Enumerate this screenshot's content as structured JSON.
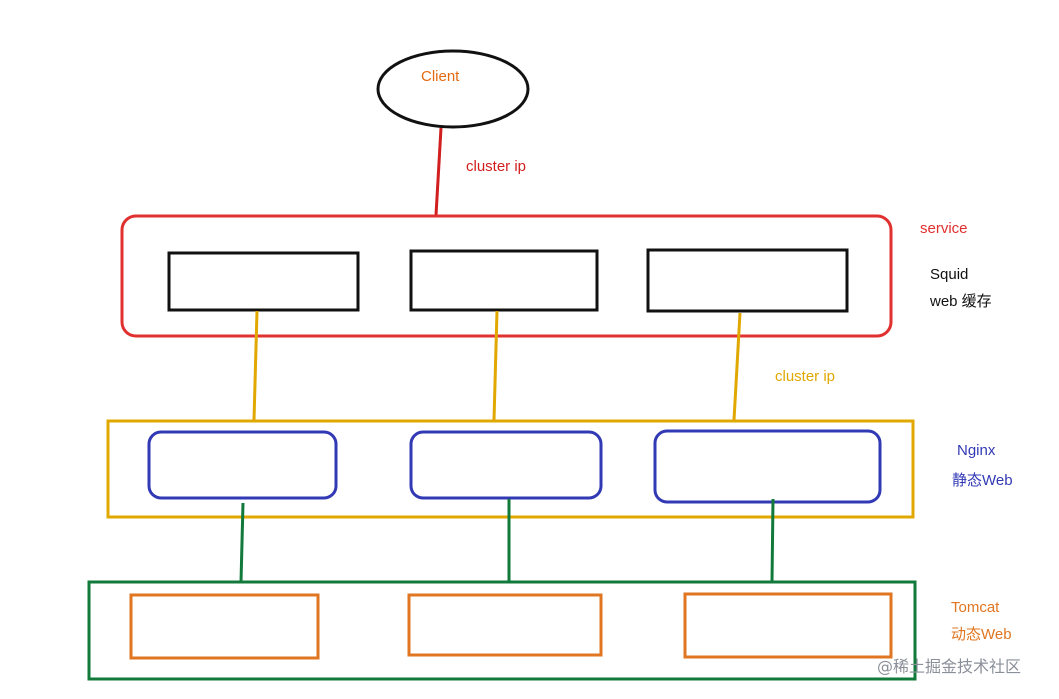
{
  "colors": {
    "client": "#e46a10",
    "client_ellipse": "#111111",
    "cluster_ip_top": "#d11e1e",
    "cluster_ip_mid": "#e0a800",
    "service": "#e0302f",
    "squid": "#111111",
    "nginx": "#3239b5",
    "tomcat": "#e07621",
    "watermark": "#8a8f99"
  },
  "client": {
    "label": "Client"
  },
  "connections": {
    "client_to_service_label": "cluster ip",
    "squid_to_nginx_label": "cluster ip"
  },
  "tiers": {
    "service": {
      "label": "service",
      "sublabel_line1": "Squid",
      "sublabel_line2": "web 缓存"
    },
    "nginx": {
      "label": "Nginx",
      "sublabel": "静态Web"
    },
    "tomcat": {
      "label": "Tomcat",
      "sublabel": "动态Web"
    }
  },
  "watermark": {
    "text": "@稀土掘金技术社区"
  }
}
